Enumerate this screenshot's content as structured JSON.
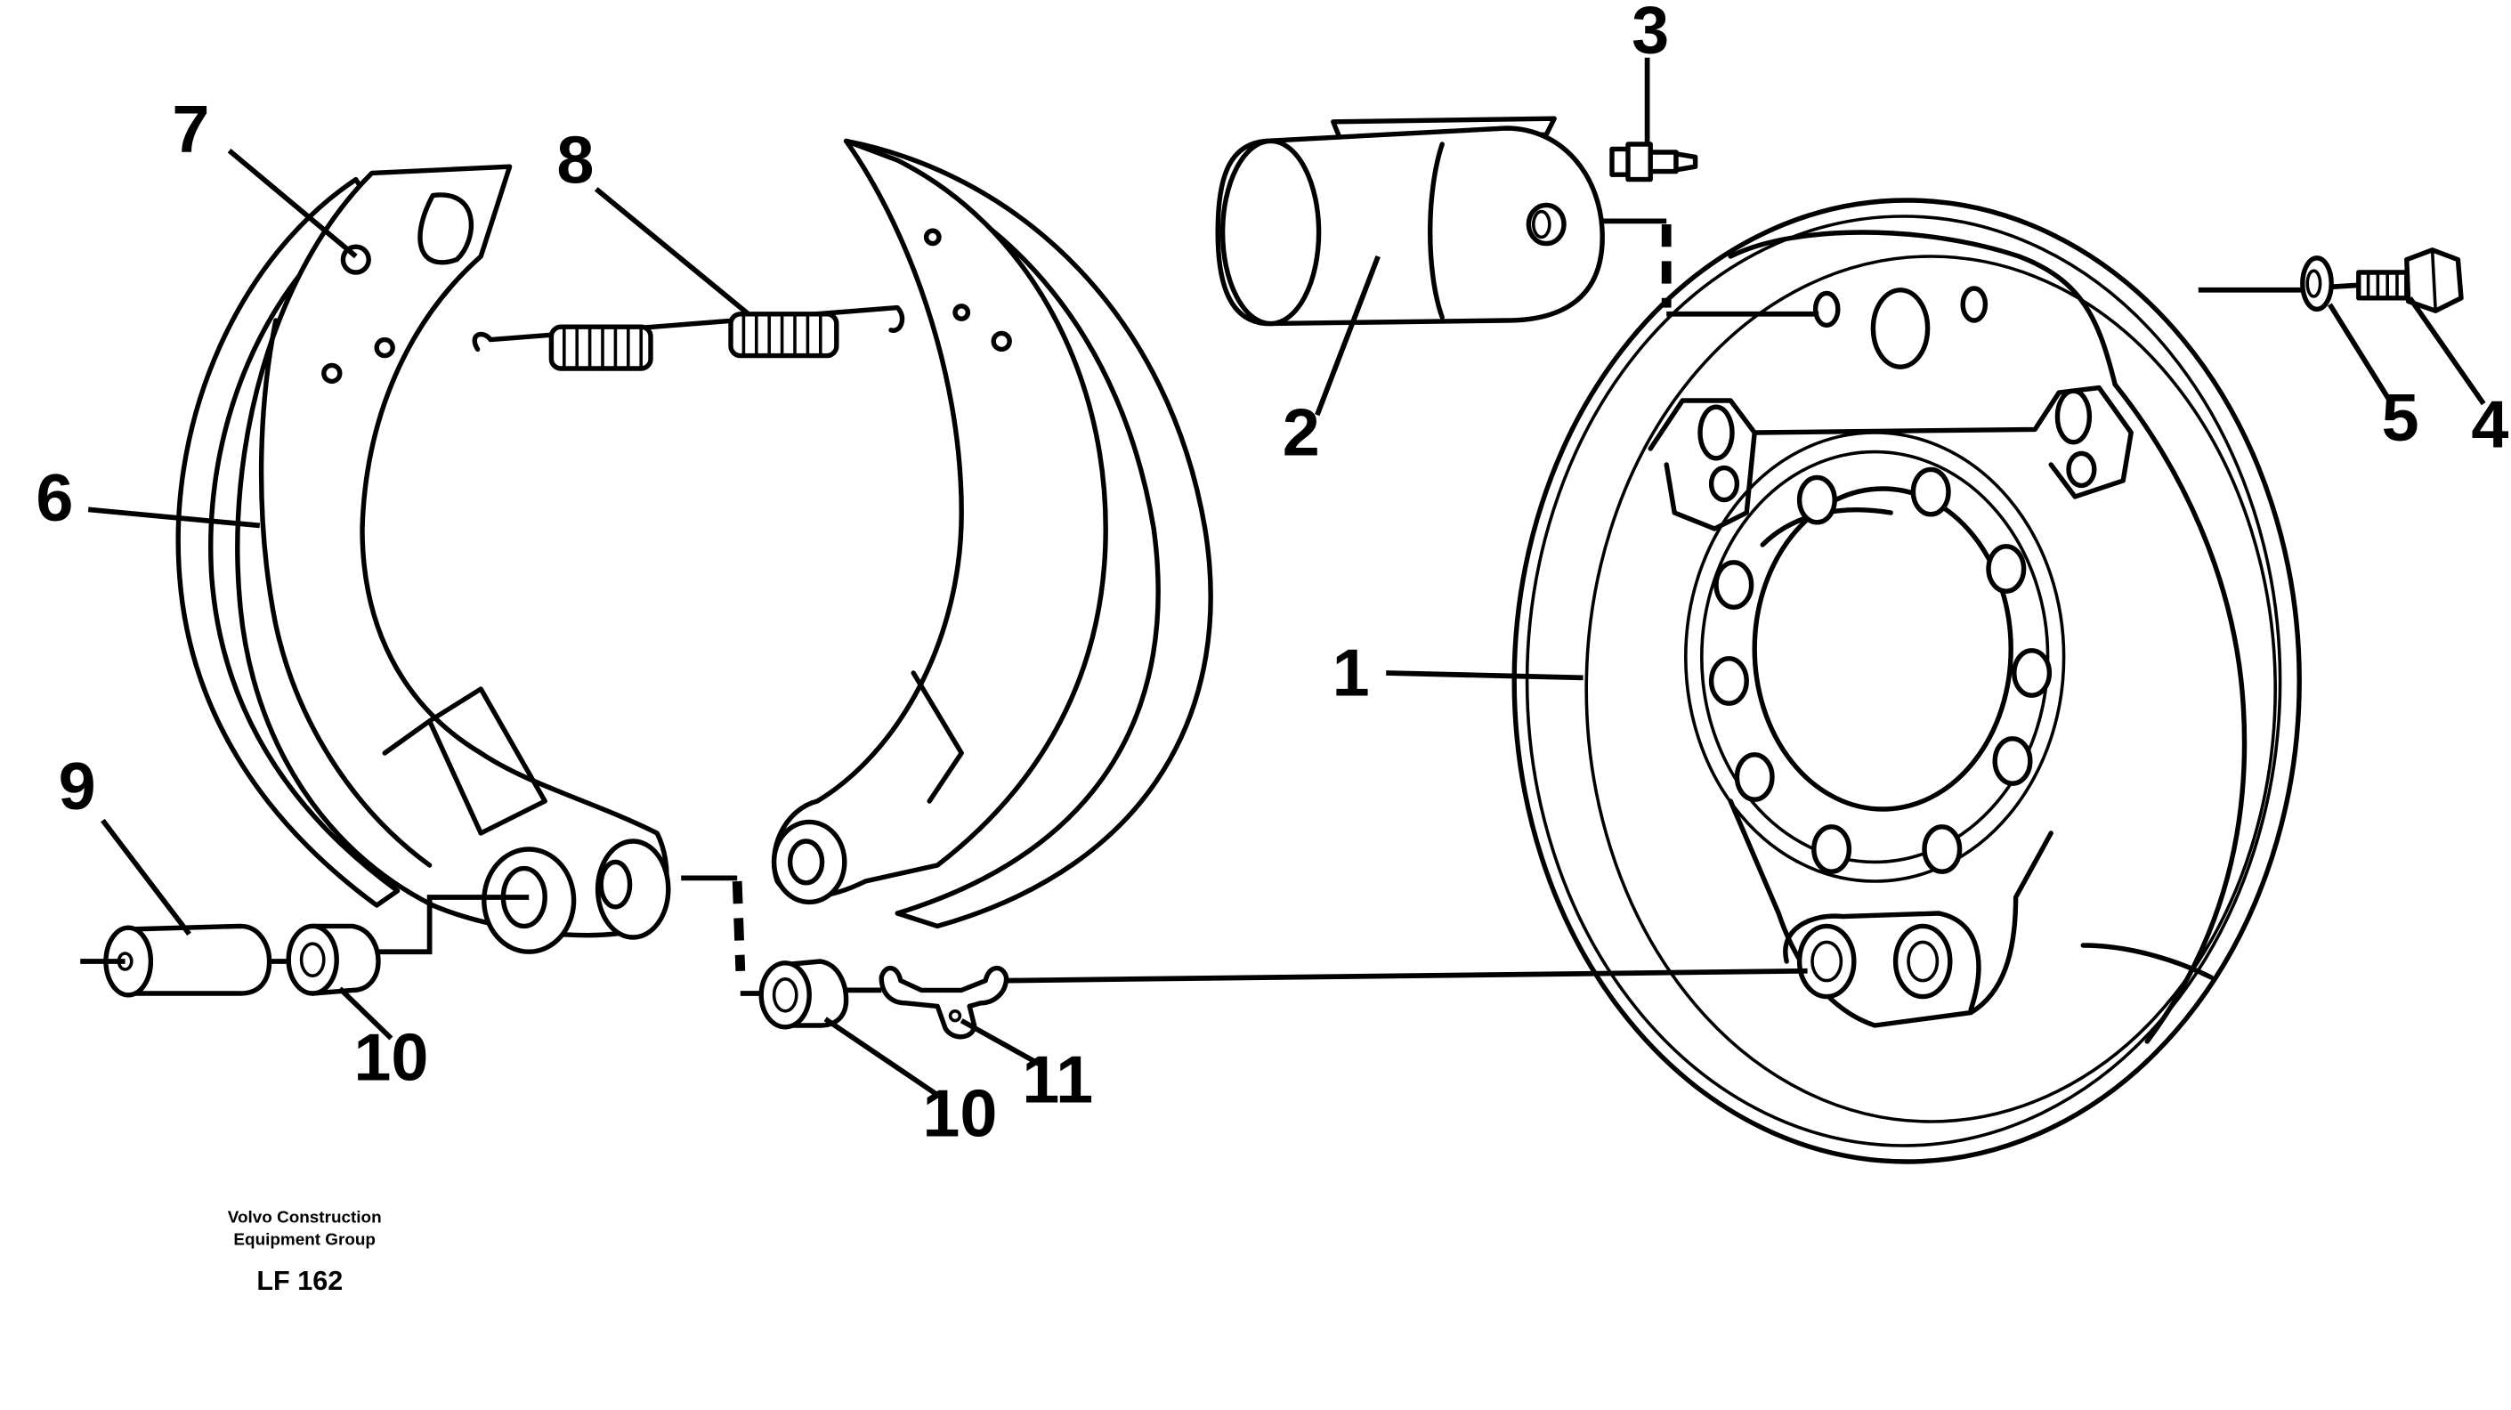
{
  "callouts": [
    "1",
    "2",
    "3",
    "4",
    "5",
    "6",
    "7",
    "8",
    "9",
    "10",
    "10",
    "11"
  ],
  "footer": {
    "company_line1": "Volvo Construction",
    "company_line2": "Equipment Group",
    "drawing_code": "LF 162"
  },
  "colors": {
    "ink": "#000000",
    "paper": "#ffffff"
  }
}
